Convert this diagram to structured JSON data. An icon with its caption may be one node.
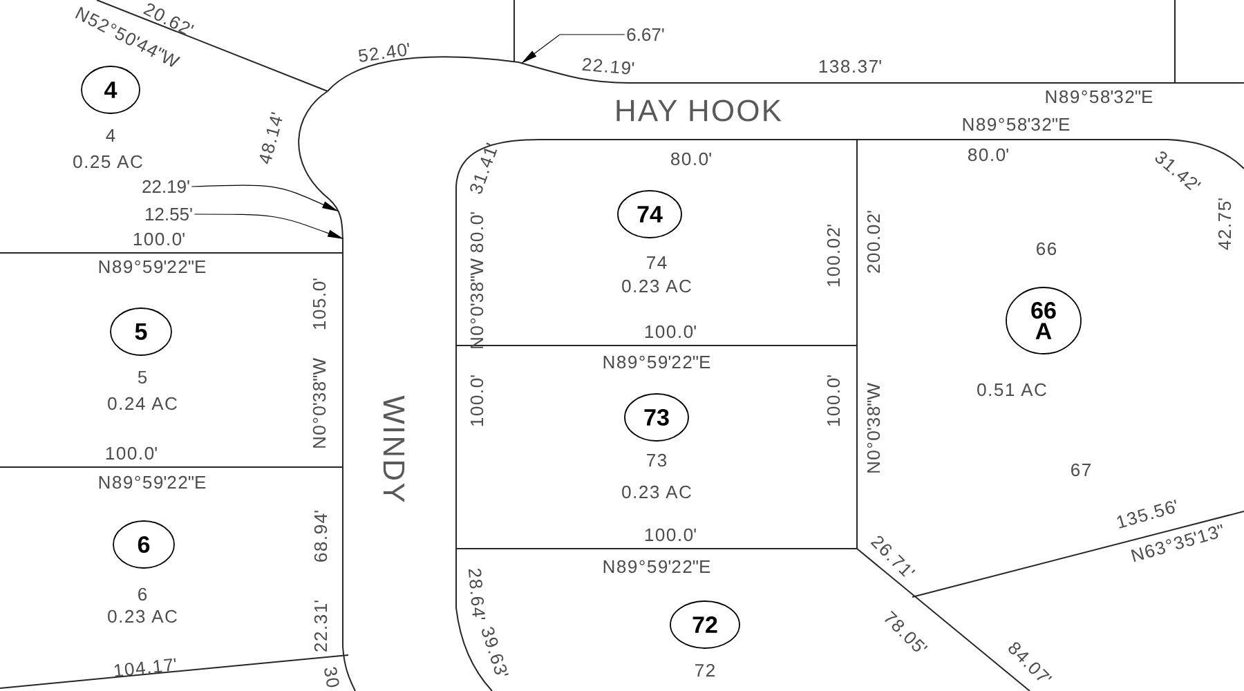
{
  "diagram": {
    "nodes": [
      {
        "text": [
          "4"
        ]
      },
      {
        "text": [
          "74"
        ]
      },
      {
        "text": [
          "66 A"
        ]
      },
      {
        "text": [
          "5"
        ]
      },
      {
        "text": [
          "73"
        ]
      },
      {
        "text": [
          "6"
        ]
      },
      {
        "text": [
          "72"
        ]
      },
      {
        "text": [
          "22.19'"
        ]
      },
      {
        "text": [
          "12.55'"
        ]
      },
      {
        "text": [
          "6.67'"
        ]
      }
    ],
    "edges": [
      {
        "from": 9,
        "to": null,
        "arrow": "to"
      },
      {
        "from": 7,
        "to": null,
        "arrow": "to"
      },
      {
        "from": 8,
        "to": null,
        "arrow": "to"
      }
    ],
    "labels": [
      "20.62'",
      "N52°50'44\"W",
      "52.40'",
      "22.19'",
      "138.37'",
      "HAY HOOK",
      "N89°58'32\"E",
      "N89°58'32\"E",
      "48.14'",
      "4",
      "0.25 AC",
      "100.0'",
      "N89°59'22\"E",
      "105.0'",
      "5",
      "0.24 AC",
      "N0°0'38\"W",
      "100.0'",
      "N89°59'22\"E",
      "WINDY",
      "68.94'",
      "6",
      "0.23 AC",
      "22.31'",
      "104.17'",
      "30",
      "80.0'",
      "31.41'",
      "N0°0'38\"W",
      "80.0'",
      "74",
      "0.23 AC",
      "100.02'",
      "100.0'",
      "80.0'",
      "31.42'",
      "42.75'",
      "200.02'",
      "66",
      "N89°59'22\"E",
      "100.0'",
      "73",
      "0.23 AC",
      "100.0'",
      "N0°0'38\"W",
      "0.51 AC",
      "67",
      "100.0'",
      "N89°59'22\"E",
      "135.56'",
      "N63°35'13\"",
      "28.64'",
      "39.63'",
      "72",
      "26.71'",
      "78.05'",
      "84.07'"
    ]
  }
}
